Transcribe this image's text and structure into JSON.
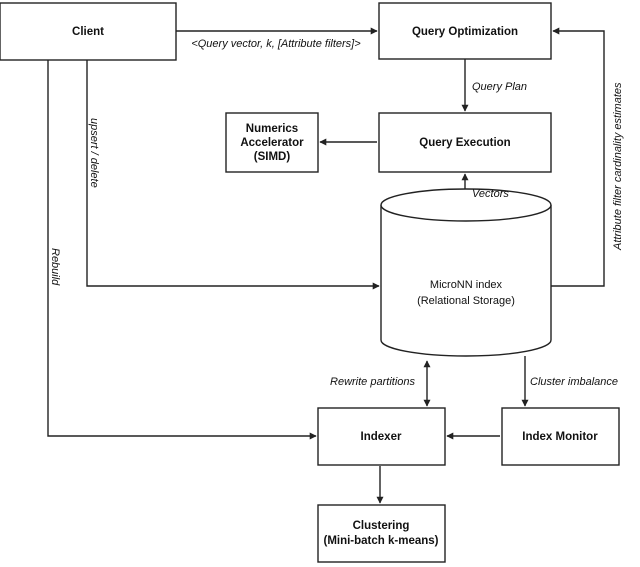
{
  "nodes": {
    "client": "Client",
    "query_optimization": "Query Optimization",
    "query_execution": "Query Execution",
    "numerics_accelerator": [
      "Numerics",
      "Accelerator",
      "(SIMD)"
    ],
    "micronn_index": [
      "MicroNN index",
      "(Relational Storage)"
    ],
    "indexer": "Indexer",
    "index_monitor": "Index Monitor",
    "clustering": [
      "Clustering",
      "(Mini-batch k-means)"
    ]
  },
  "edges": {
    "client_to_optimization": "<Query vector, k, [Attribute filters]>",
    "query_plan": "Query Plan",
    "vectors": "Vectors",
    "upsert_delete": "upsert / delete",
    "rebuild": "Rebuild",
    "cardinality": "Attribute filter cardinality estimates",
    "rewrite_partitions": "Rewrite partitions",
    "cluster_imbalance": "Cluster imbalance"
  },
  "colors": {
    "stroke": "#222222",
    "fill": "#ffffff"
  }
}
